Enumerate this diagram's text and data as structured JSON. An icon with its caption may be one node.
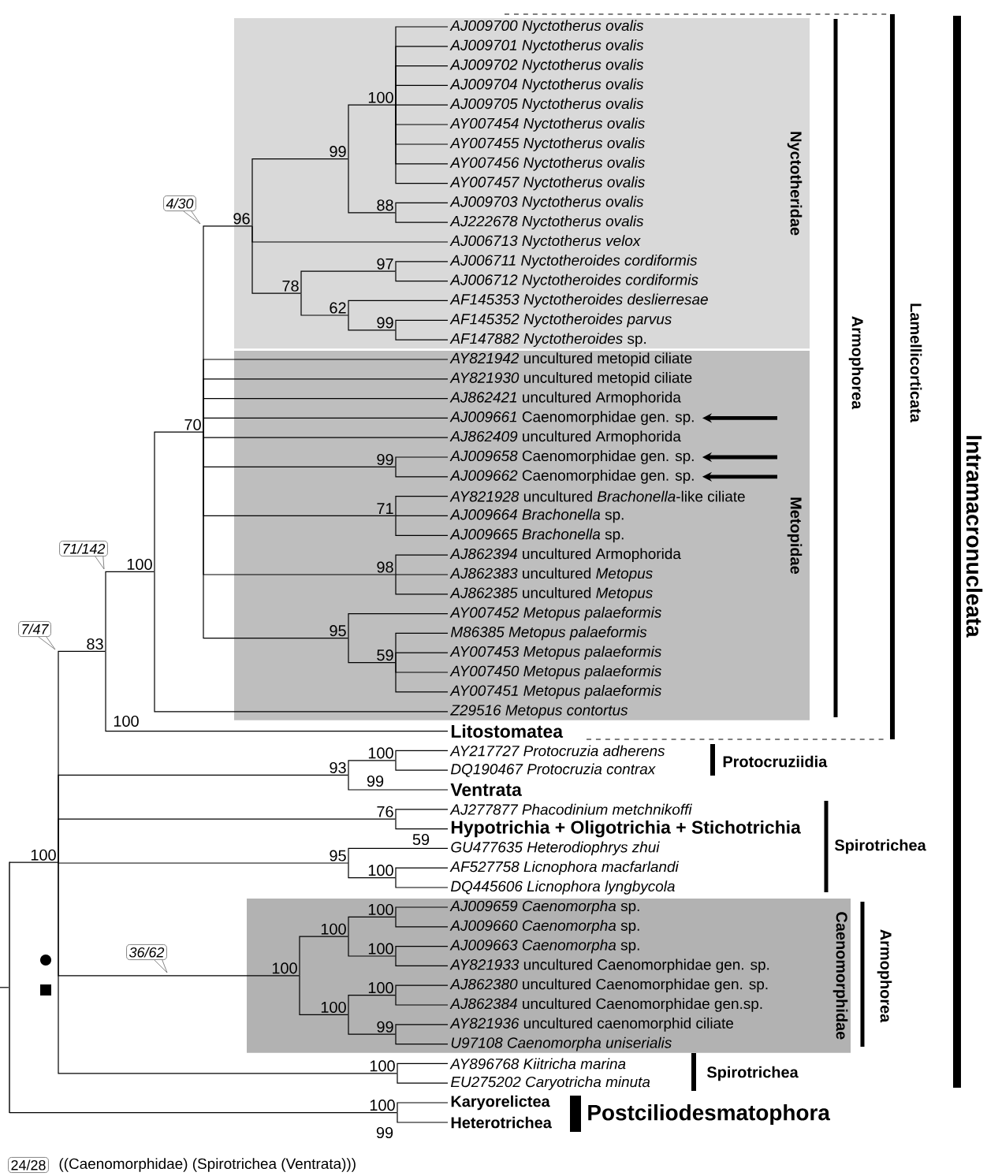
{
  "diagram": {
    "nodes": [
      {
        "text": [
          "Nyctotheridae"
        ]
      },
      {
        "text": [
          "Metopidae"
        ]
      },
      {
        "text": [
          "Caenomorphidae"
        ]
      },
      {
        "text": [
          "AJ009700 Nyctotherus ovalis"
        ],
        "in": 0
      },
      {
        "text": [
          "AJ009701 Nyctotherus ovalis"
        ],
        "in": 0
      },
      {
        "text": [
          "AJ009702 Nyctotherus ovalis"
        ],
        "in": 0
      },
      {
        "text": [
          "AJ009704 Nyctotherus ovalis"
        ],
        "in": 0
      },
      {
        "text": [
          "AJ009705 Nyctotherus ovalis"
        ],
        "in": 0
      },
      {
        "text": [
          "AY007454 Nyctotherus ovalis"
        ],
        "in": 0
      },
      {
        "text": [
          "AY007455 Nyctotherus ovalis"
        ],
        "in": 0
      },
      {
        "text": [
          "AY007456 Nyctotherus ovalis"
        ],
        "in": 0
      },
      {
        "text": [
          "AY007457 Nyctotherus ovalis"
        ],
        "in": 0
      },
      {
        "text": [
          "AJ009703 Nyctotherus ovalis"
        ],
        "in": 0
      },
      {
        "text": [
          "AJ222678 Nyctotherus ovalis"
        ],
        "in": 0
      },
      {
        "text": [
          "AJ006713 Nyctotherus velox"
        ],
        "in": 0
      },
      {
        "text": [
          "AJ006711 Nyctotheroides cordiformis"
        ],
        "in": 0
      },
      {
        "text": [
          "AJ006712 Nyctotheroides cordiformis"
        ],
        "in": 0
      },
      {
        "text": [
          "AF145353 Nyctotheroides deslierresae"
        ],
        "in": 0
      },
      {
        "text": [
          "AF145352 Nyctotheroides parvus"
        ],
        "in": 0
      },
      {
        "text": [
          "*AF147882 Nyctotheroides* sp."
        ],
        "in": 0
      },
      {
        "text": [
          "*AY821942* uncultured metopid ciliate"
        ],
        "in": 1
      },
      {
        "text": [
          "*AY821930* uncultured metopid ciliate"
        ],
        "in": 1
      },
      {
        "text": [
          "*AJ862421* uncultured Armophorida"
        ],
        "in": 1
      },
      {
        "text": [
          "*AJ009661* Caenomorphidae gen. sp."
        ],
        "in": 1
      },
      {
        "text": [
          "*AJ862409* uncultured Armophorida"
        ],
        "in": 1
      },
      {
        "text": [
          "*AJ009658* Caenomorphidae gen. sp."
        ],
        "in": 1
      },
      {
        "text": [
          "*AJ009662* Caenomorphidae gen. sp."
        ],
        "in": 1
      },
      {
        "text": [
          "*AY821928* uncultured *Brachonella*-like ciliate"
        ],
        "in": 1
      },
      {
        "text": [
          "*AJ009664 Brachonella* sp."
        ],
        "in": 1
      },
      {
        "text": [
          "*AJ009665 Brachonella* sp."
        ],
        "in": 1
      },
      {
        "text": [
          "*AJ862394* uncultured Armophorida"
        ],
        "in": 1
      },
      {
        "text": [
          "*AJ862383* uncultured *Metopus*"
        ],
        "in": 1
      },
      {
        "text": [
          "*AJ862385* uncultured *Metopus*"
        ],
        "in": 1
      },
      {
        "text": [
          "AY007452 Metopus palaeformis"
        ],
        "in": 1
      },
      {
        "text": [
          "M86385 Metopus palaeformis"
        ],
        "in": 1
      },
      {
        "text": [
          "AY007453 Metopus palaeformis"
        ],
        "in": 1
      },
      {
        "text": [
          "AY007450 Metopus palaeformis"
        ],
        "in": 1
      },
      {
        "text": [
          "AY007451 Metopus palaeformis"
        ],
        "in": 1
      },
      {
        "text": [
          "Z29516 Metopus contortus"
        ],
        "in": 1
      },
      {
        "text": [
          "Litostomatea"
        ]
      },
      {
        "text": [
          "AY217727 Protocruzia adherens"
        ]
      },
      {
        "text": [
          "DQ190467 Protocruzia contrax"
        ]
      },
      {
        "text": [
          "Ventrata"
        ]
      },
      {
        "text": [
          "AJ277877 Phacodinium metchnikoffi"
        ]
      },
      {
        "text": [
          "Hypotrichia + Oligotrichia + Stichotrichia"
        ]
      },
      {
        "text": [
          "GU477635 Heterodiophrys zhui"
        ]
      },
      {
        "text": [
          "AF527758 Licnophora macfarlandi"
        ]
      },
      {
        "text": [
          "DQ445606 Licnophora lyngbycola"
        ]
      },
      {
        "text": [
          "*AJ009659 Caenomorpha* sp."
        ],
        "in": 2
      },
      {
        "text": [
          "*AJ009660 Caenomorpha* sp."
        ],
        "in": 2
      },
      {
        "text": [
          "*AJ009663 Caenomorpha* sp."
        ],
        "in": 2
      },
      {
        "text": [
          "*AY821933* uncultured Caenomorphidae gen. sp."
        ],
        "in": 2
      },
      {
        "text": [
          "*AJ862380* uncultured Caenomorphidae gen. sp."
        ],
        "in": 2
      },
      {
        "text": [
          "*AJ862384* uncultured Caenomorphidae gen.sp."
        ],
        "in": 2
      },
      {
        "text": [
          "*AY821936* uncultured caenomorphid ciliate"
        ],
        "in": 2
      },
      {
        "text": [
          "U97108 Caenomorpha uniserialis"
        ],
        "in": 2
      },
      {
        "text": [
          "AY896768 Kiitricha marina"
        ]
      },
      {
        "text": [
          "EU275202 Caryotricha minuta"
        ]
      },
      {
        "text": [
          "Karyorelictea"
        ]
      },
      {
        "text": [
          "Heterotrichea"
        ]
      },
      {
        "text": [],
        "shape": "bar"
      },
      {
        "text": [
          "100"
        ]
      },
      {
        "text": [
          "83"
        ]
      },
      {
        "text": [
          "100"
        ]
      },
      {
        "text": [
          "70"
        ]
      },
      {
        "text": [
          "96"
        ],
        "in": 0
      },
      {
        "text": [
          "99"
        ],
        "in": 0
      },
      {
        "text": [
          "100"
        ],
        "in": 0
      },
      {
        "text": [
          "88"
        ],
        "in": 0
      },
      {
        "text": [
          "78"
        ],
        "in": 0
      },
      {
        "text": [
          "97"
        ],
        "in": 0
      },
      {
        "text": [
          "62"
        ],
        "in": 0
      },
      {
        "text": [
          "99"
        ],
        "in": 0
      },
      {
        "text": [
          "99"
        ],
        "in": 1
      },
      {
        "text": [
          "71"
        ],
        "in": 1
      },
      {
        "text": [
          "98"
        ],
        "in": 1
      },
      {
        "text": [
          "95"
        ],
        "in": 1
      },
      {
        "text": [
          "59"
        ],
        "in": 1
      },
      {
        "text": [
          "93"
        ]
      },
      {
        "text": [
          "100"
        ]
      },
      {
        "text": [
          "76"
        ]
      },
      {
        "text": [
          "95"
        ]
      },
      {
        "text": [
          "100"
        ]
      },
      {
        "text": [
          "100"
        ],
        "in": 2
      },
      {
        "text": [
          "100"
        ],
        "in": 2
      },
      {
        "text": [
          "100"
        ],
        "in": 2
      },
      {
        "text": [
          "100"
        ],
        "in": 2
      },
      {
        "text": [
          "100"
        ],
        "in": 2
      },
      {
        "text": [
          "100"
        ],
        "in": 2
      },
      {
        "text": [
          "99"
        ],
        "in": 2
      },
      {
        "text": [
          "100"
        ]
      },
      {
        "text": [
          "100"
        ]
      }
    ],
    "edges": [
      {
        "from": null,
        "to": 60,
        "arrow": "none"
      },
      {
        "from": 60,
        "to": 61,
        "arrow": "none"
      },
      {
        "from": 60,
        "to": 91,
        "arrow": "none"
      },
      {
        "from": 61,
        "to": 62,
        "arrow": "none"
      },
      {
        "from": 61,
        "to": 78,
        "arrow": "none"
      },
      {
        "from": 61,
        "to": 80,
        "arrow": "none"
      },
      {
        "from": 61,
        "to": 81,
        "arrow": "none"
      },
      {
        "from": 61,
        "to": 83,
        "arrow": "none"
      },
      {
        "from": 61,
        "to": 90,
        "arrow": "none"
      },
      {
        "from": 62,
        "to": 63,
        "arrow": "none"
      },
      {
        "from": 62,
        "to": 39,
        "arrow": "none"
      },
      {
        "from": 63,
        "to": 64,
        "arrow": "none"
      },
      {
        "from": 63,
        "to": 38,
        "arrow": "none"
      },
      {
        "from": 64,
        "to": 65,
        "arrow": "none"
      },
      {
        "from": 64,
        "to": 20,
        "arrow": "none"
      },
      {
        "from": 64,
        "to": 21,
        "arrow": "none"
      },
      {
        "from": 64,
        "to": 22,
        "arrow": "none"
      },
      {
        "from": 64,
        "to": 23,
        "arrow": "none"
      },
      {
        "from": 64,
        "to": 24,
        "arrow": "none"
      },
      {
        "from": 64,
        "to": 73,
        "arrow": "none"
      },
      {
        "from": 64,
        "to": 74,
        "arrow": "none"
      },
      {
        "from": 64,
        "to": 75,
        "arrow": "none"
      },
      {
        "from": 64,
        "to": 76,
        "arrow": "none"
      },
      {
        "from": 65,
        "to": 66,
        "arrow": "none"
      },
      {
        "from": 65,
        "to": 14,
        "arrow": "none"
      },
      {
        "from": 65,
        "to": 69,
        "arrow": "none"
      },
      {
        "from": 66,
        "to": 67,
        "arrow": "none"
      },
      {
        "from": 66,
        "to": 68,
        "arrow": "none"
      },
      {
        "from": 67,
        "to": 3,
        "arrow": "none"
      },
      {
        "from": 67,
        "to": 4,
        "arrow": "none"
      },
      {
        "from": 67,
        "to": 5,
        "arrow": "none"
      },
      {
        "from": 67,
        "to": 6,
        "arrow": "none"
      },
      {
        "from": 67,
        "to": 7,
        "arrow": "none"
      },
      {
        "from": 67,
        "to": 8,
        "arrow": "none"
      },
      {
        "from": 67,
        "to": 9,
        "arrow": "none"
      },
      {
        "from": 67,
        "to": 10,
        "arrow": "none"
      },
      {
        "from": 67,
        "to": 11,
        "arrow": "none"
      },
      {
        "from": 68,
        "to": 12,
        "arrow": "none"
      },
      {
        "from": 68,
        "to": 13,
        "arrow": "none"
      },
      {
        "from": 69,
        "to": 70,
        "arrow": "none"
      },
      {
        "from": 69,
        "to": 71,
        "arrow": "none"
      },
      {
        "from": 70,
        "to": 15,
        "arrow": "none"
      },
      {
        "from": 70,
        "to": 16,
        "arrow": "none"
      },
      {
        "from": 71,
        "to": 17,
        "arrow": "none"
      },
      {
        "from": 71,
        "to": 72,
        "arrow": "none"
      },
      {
        "from": 72,
        "to": 18,
        "arrow": "none"
      },
      {
        "from": 72,
        "to": 19,
        "arrow": "none"
      },
      {
        "from": 73,
        "to": 25,
        "arrow": "none"
      },
      {
        "from": 73,
        "to": 26,
        "arrow": "none"
      },
      {
        "from": 74,
        "to": 27,
        "arrow": "none"
      },
      {
        "from": 74,
        "to": 28,
        "arrow": "none"
      },
      {
        "from": 74,
        "to": 29,
        "arrow": "none"
      },
      {
        "from": 75,
        "to": 30,
        "arrow": "none"
      },
      {
        "from": 75,
        "to": 31,
        "arrow": "none"
      },
      {
        "from": 75,
        "to": 32,
        "arrow": "none"
      },
      {
        "from": 76,
        "to": 33,
        "arrow": "none"
      },
      {
        "from": 76,
        "to": 77,
        "arrow": "none"
      },
      {
        "from": 77,
        "to": 34,
        "arrow": "none"
      },
      {
        "from": 77,
        "to": 35,
        "arrow": "none"
      },
      {
        "from": 77,
        "to": 36,
        "arrow": "none"
      },
      {
        "from": 77,
        "to": 37,
        "arrow": "none"
      },
      {
        "from": 78,
        "to": 79,
        "arrow": "none"
      },
      {
        "from": 78,
        "to": 42,
        "arrow": "none"
      },
      {
        "from": 79,
        "to": 40,
        "arrow": "none"
      },
      {
        "from": 79,
        "to": 41,
        "arrow": "none"
      },
      {
        "from": 80,
        "to": 43,
        "arrow": "none"
      },
      {
        "from": 80,
        "to": 44,
        "arrow": "none"
      },
      {
        "from": 81,
        "to": 45,
        "arrow": "none"
      },
      {
        "from": 81,
        "to": 82,
        "arrow": "none"
      },
      {
        "from": 82,
        "to": 46,
        "arrow": "none"
      },
      {
        "from": 82,
        "to": 47,
        "arrow": "none"
      },
      {
        "from": 83,
        "to": 84,
        "arrow": "none"
      },
      {
        "from": 83,
        "to": 87,
        "arrow": "none"
      },
      {
        "from": 84,
        "to": 85,
        "arrow": "none"
      },
      {
        "from": 84,
        "to": 86,
        "arrow": "none"
      },
      {
        "from": 85,
        "to": 48,
        "arrow": "none"
      },
      {
        "from": 85,
        "to": 49,
        "arrow": "none"
      },
      {
        "from": 86,
        "to": 50,
        "arrow": "none"
      },
      {
        "from": 86,
        "to": 51,
        "arrow": "none"
      },
      {
        "from": 87,
        "to": 88,
        "arrow": "none"
      },
      {
        "from": 87,
        "to": 89,
        "arrow": "none"
      },
      {
        "from": 88,
        "to": 52,
        "arrow": "none"
      },
      {
        "from": 88,
        "to": 53,
        "arrow": "none"
      },
      {
        "from": 89,
        "to": 54,
        "arrow": "none"
      },
      {
        "from": 89,
        "to": 55,
        "arrow": "none"
      },
      {
        "from": 90,
        "to": 56,
        "arrow": "none"
      },
      {
        "from": 90,
        "to": 57,
        "arrow": "none"
      },
      {
        "from": 91,
        "to": 58,
        "arrow": "none"
      },
      {
        "from": 91,
        "to": 59,
        "arrow": "none"
      },
      {
        "from": null,
        "to": 23,
        "arrow": "to",
        "style": "thick"
      },
      {
        "from": null,
        "to": 25,
        "arrow": "to",
        "style": "thick"
      },
      {
        "from": null,
        "to": 26,
        "arrow": "to",
        "style": "thick"
      }
    ],
    "labels": [
      "4/30",
      "71/142",
      "7/47",
      "Armophorea",
      "Lamellicorticata",
      "Intramacronucleata",
      "100",
      "Protocruziidia",
      "99",
      "59",
      "Spirotrichea",
      "36/62",
      "Armophorea",
      "Spirotrichea",
      "Postciliodesmatophora",
      "99",
      "24/28",
      "((Caenomorphidae) (Spirotrichea (Ventrata)))"
    ]
  }
}
